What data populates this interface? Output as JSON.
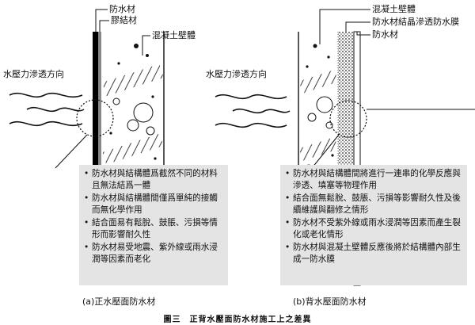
{
  "left": {
    "labels": {
      "waterproof": "防水材",
      "adhesive": "膠結材",
      "concrete": "混凝土壁體"
    },
    "pressure": "水壓力滲透方向",
    "notes": [
      "防水材與結構體爲截然不同的材料且無法結爲一體",
      "防水材與結構體間僅爲單純的接觸而無化學作用",
      "結合面易有鬆脫、鼓脹、污損等情形而影響耐久性",
      "防水材易受地震、紫外線或雨水浸潤等因素而老化"
    ],
    "caption": "(a)正水壓面防水材"
  },
  "right": {
    "labels": {
      "concrete": "混凝土壁體",
      "crystal": "防水材結晶滲透防水膜",
      "waterproof": "防水材"
    },
    "pressure": "水壓力滲透方向",
    "notes": [
      "防水材與結構體間將進行一連串的化學反應與滲透、填塞等物理作用",
      "結合面無鬆脫、鼓脹、污損等影響耐久性及後續維護與翻修之情形",
      "防水材不受紫外線或雨水浸潤等因素而產生裂化或老化情形",
      "防水材與混凝土壁體反應後將於結構體內部生成一防水膜"
    ],
    "caption": "(b)背水壓面防水材"
  },
  "figure_title": "圖三　正背水壓面防水材施工上之差異"
}
